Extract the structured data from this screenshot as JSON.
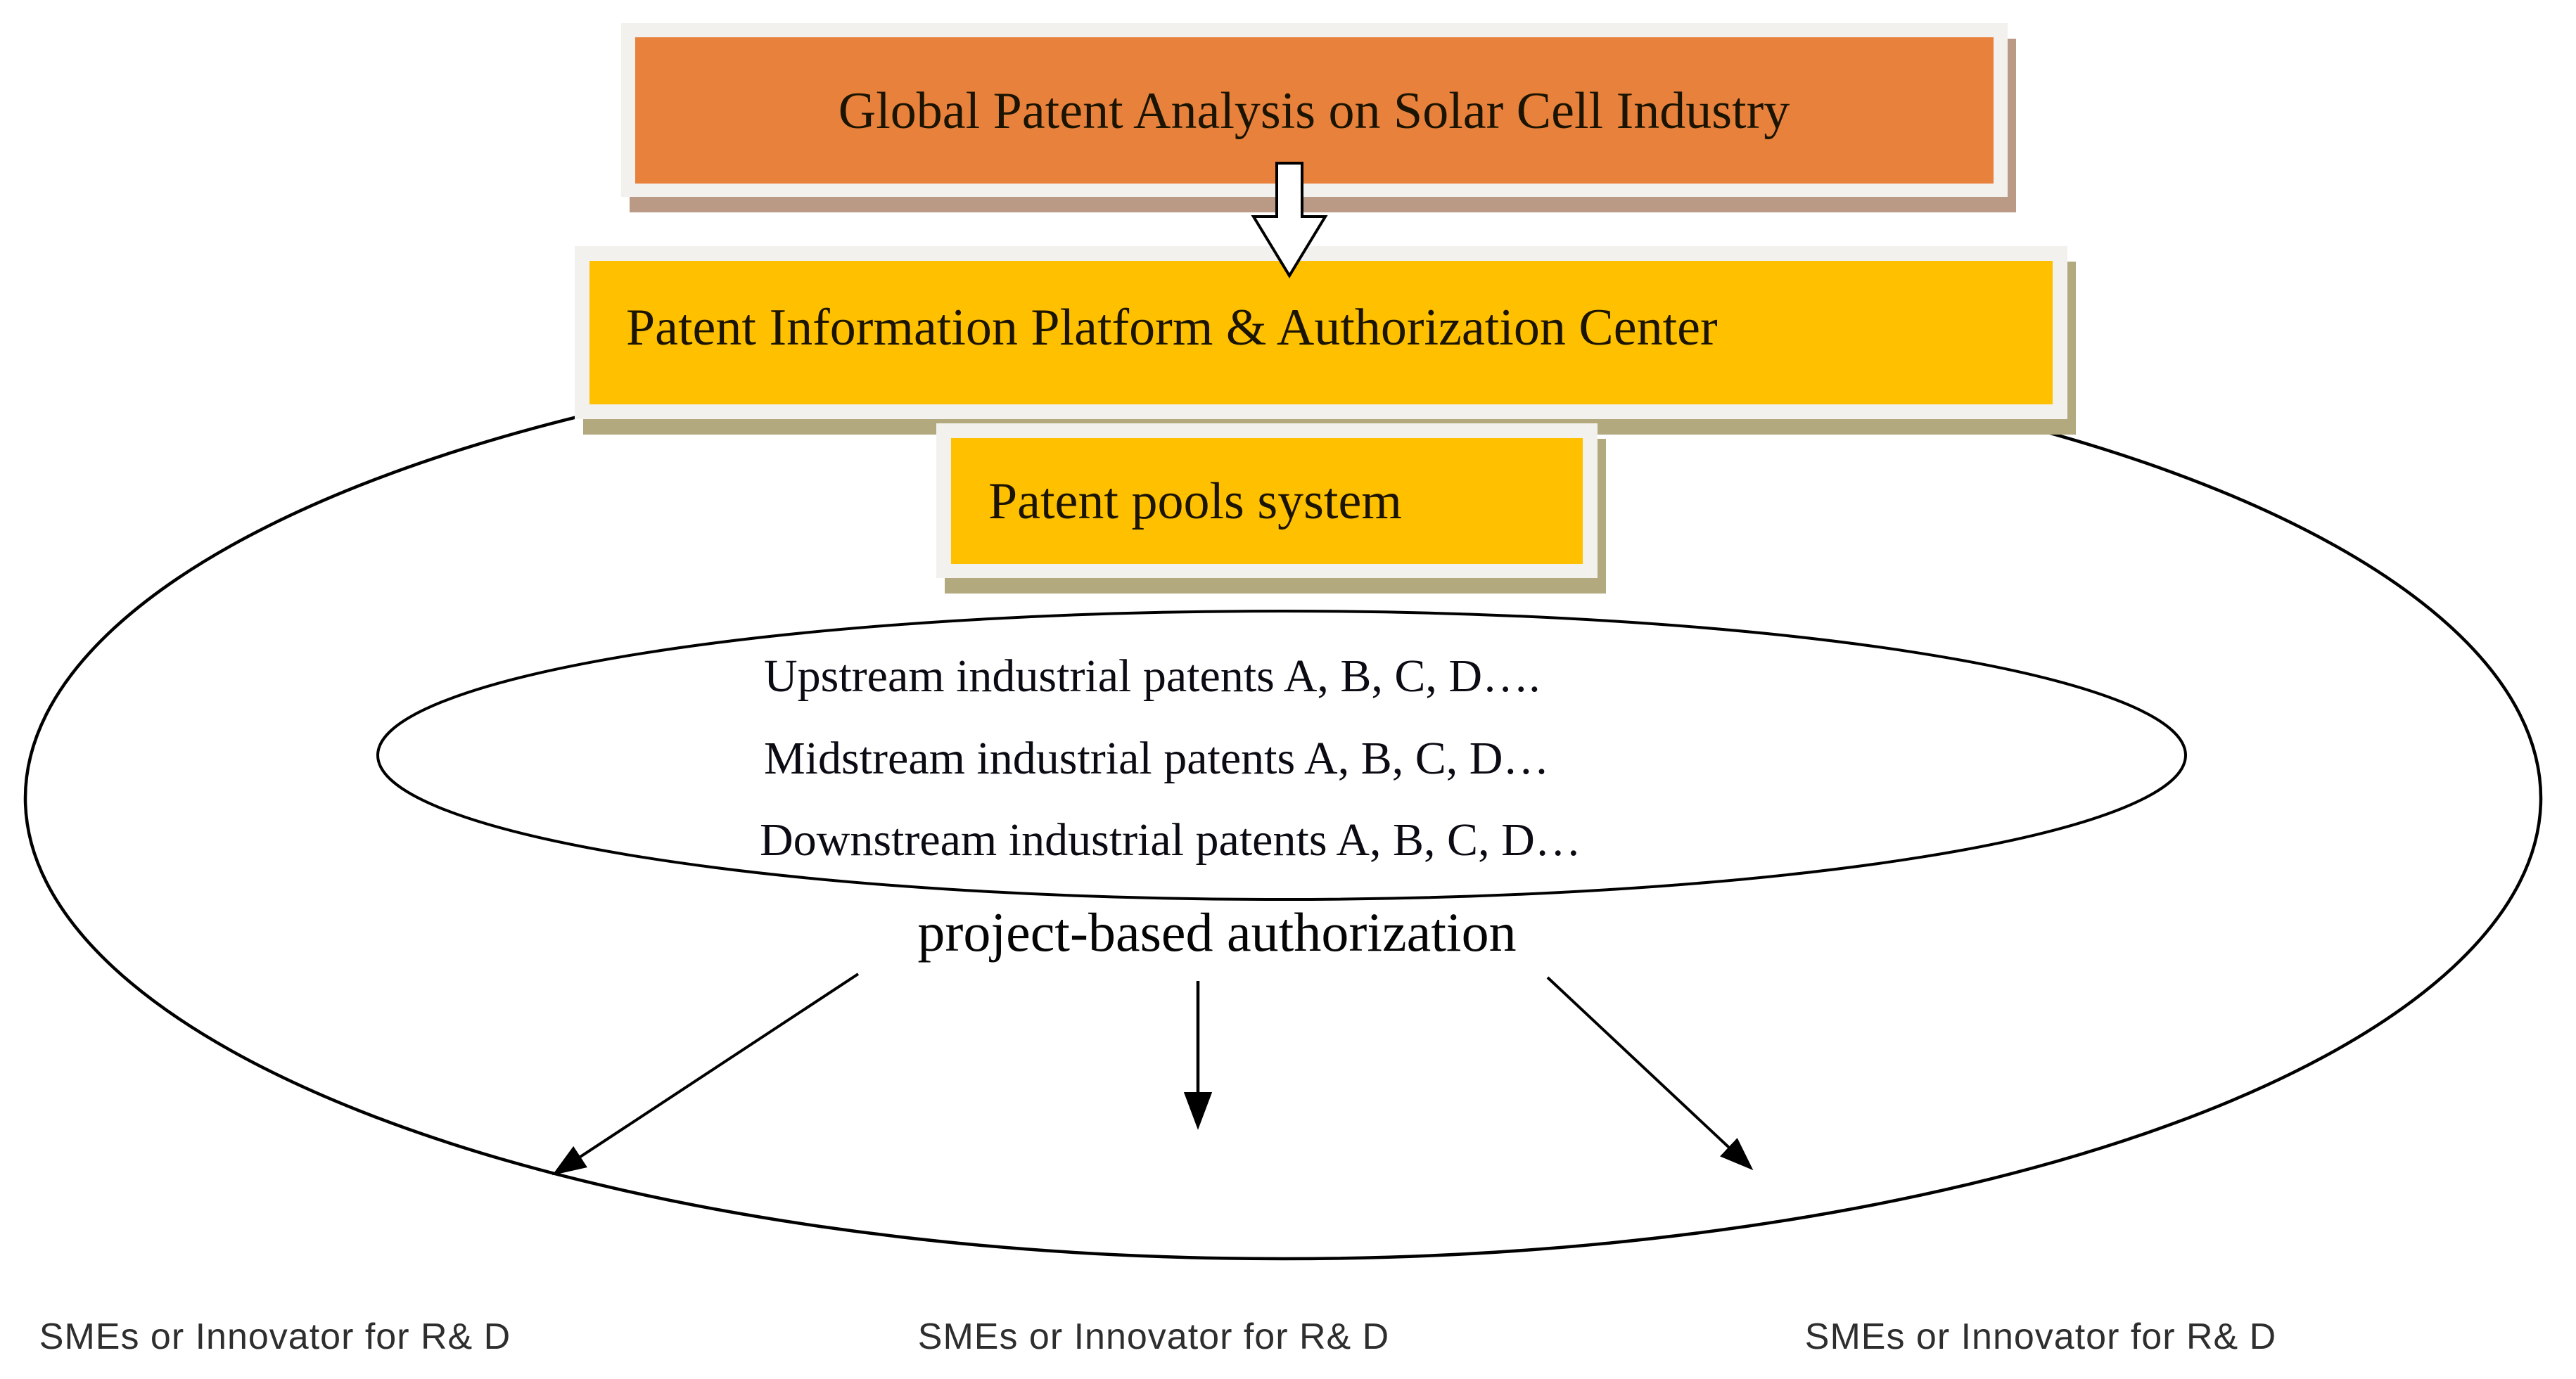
{
  "figure": {
    "title_box": "Global Patent Analysis on Solar Cell Industry",
    "platform_box": "Patent Information Platform & Authorization Center",
    "pools_box": "Patent pools system",
    "pool_items": [
      "Upstream industrial patents A, B, C, D….",
      "Midstream industrial patents A, B, C, D…",
      "Downstream industrial patents A, B, C, D…"
    ],
    "authorization": "project-based authorization",
    "recipients": [
      "SMEs or Innovator for R& D",
      "SMEs or Innovator for R& D",
      "SMEs or Innovator for R& D"
    ],
    "colors": {
      "orange": "#E8813C",
      "gold": "#FFC000",
      "frame": "#F2F1EE",
      "shadow_brown": "#BA9A84",
      "shadow_khaki": "#B2A97E",
      "line": "#000000",
      "label": "#2E2E2E"
    }
  }
}
